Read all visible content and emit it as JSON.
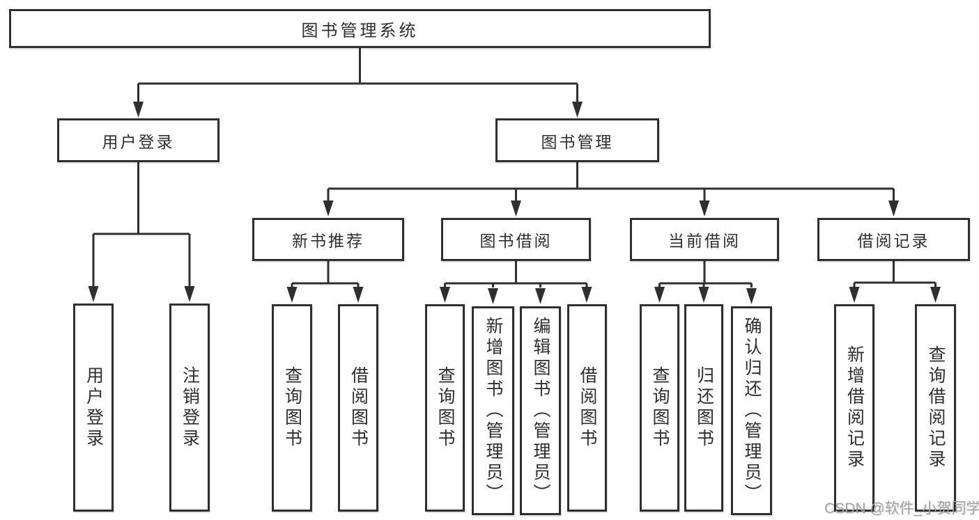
{
  "diagram_type": "hierarchy-tree",
  "tree": {
    "root": {
      "label": "图书管理系统"
    },
    "branches": [
      {
        "label": "用户登录",
        "children": [
          {
            "label": "用户登录"
          },
          {
            "label": "注销登录"
          }
        ]
      },
      {
        "label": "图书管理",
        "children": [
          {
            "label": "新书推荐",
            "children": [
              {
                "label": "查询图书"
              },
              {
                "label": "借阅图书"
              }
            ]
          },
          {
            "label": "图书借阅",
            "children": [
              {
                "label": "查询图书"
              },
              {
                "label": "新增图书（管理员）"
              },
              {
                "label": "编辑图书（管理员）"
              },
              {
                "label": "借阅图书"
              }
            ]
          },
          {
            "label": "当前借阅",
            "children": [
              {
                "label": "查询图书"
              },
              {
                "label": "归还图书"
              },
              {
                "label": "确认归还（管理员）"
              }
            ]
          },
          {
            "label": "借阅记录",
            "children": [
              {
                "label": "新增借阅记录"
              },
              {
                "label": "查询借阅记录"
              }
            ]
          }
        ]
      }
    ]
  },
  "watermark": "CSDN @软件_小贺同学",
  "colors": {
    "line": "#2f2f2f",
    "box_border": "#2f2f2f",
    "text": "#2e2e2e",
    "background": "#ffffff",
    "watermark": "#a6a6a6"
  }
}
